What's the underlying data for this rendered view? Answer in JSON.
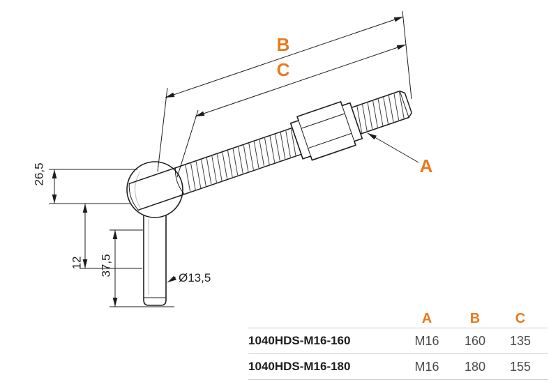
{
  "colors": {
    "accent": "#e87a1d",
    "line": "#1d1d1b",
    "muted": "#4d4d4d",
    "divider": "#cfcfcf"
  },
  "drawing": {
    "label_b": "B",
    "label_c": "C",
    "label_a": "A",
    "dim_ball_height": "26,5",
    "dim_offset": "12",
    "dim_stud_length": "37,5",
    "dim_stud_diameter": "Ø13,5"
  },
  "table": {
    "headers": [
      "A",
      "B",
      "C"
    ],
    "rows": [
      {
        "part": "1040HDS-M16-160",
        "a": "M16",
        "b": "160",
        "c": "135"
      },
      {
        "part": "1040HDS-M16-180",
        "a": "M16",
        "b": "180",
        "c": "155"
      }
    ]
  }
}
